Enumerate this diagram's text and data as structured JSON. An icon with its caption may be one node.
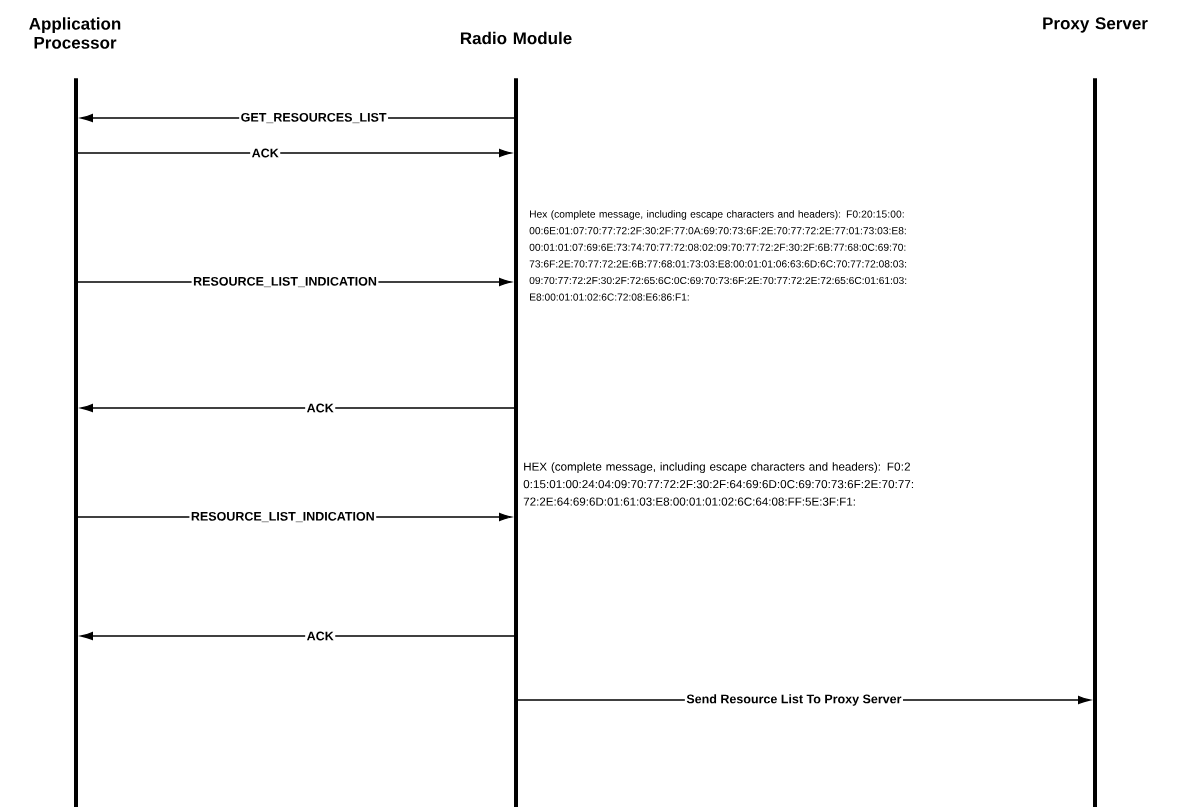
{
  "diagram": {
    "nodes": [
      {
        "text": [
          "Application Processor"
        ]
      },
      {
        "text": [
          "Radio Module"
        ]
      },
      {
        "text": [
          "Proxy Server"
        ]
      },
      {
        "text": [],
        "shape": "bar"
      },
      {
        "text": [],
        "shape": "bar"
      },
      {
        "text": [],
        "shape": "bar"
      }
    ],
    "edges": [
      {
        "from": 4,
        "to": 3,
        "arrow": "to",
        "label": "GET_RESOURCES_LIST"
      },
      {
        "from": 3,
        "to": 4,
        "arrow": "to",
        "label": "ACK"
      },
      {
        "from": 3,
        "to": 4,
        "arrow": "to",
        "label": "RESOURCE_LIST_INDICATION"
      },
      {
        "from": 4,
        "to": 3,
        "arrow": "to",
        "label": "ACK"
      },
      {
        "from": 3,
        "to": 4,
        "arrow": "to",
        "label": "RESOURCE_LIST_INDICATION"
      },
      {
        "from": 4,
        "to": 3,
        "arrow": "to",
        "label": "ACK"
      },
      {
        "from": 4,
        "to": 5,
        "arrow": "to",
        "label": "Send Resource List To Proxy Server"
      }
    ],
    "labels": [
      "Hex (complete message, including escape characters and headers): F0:20:15:00:00:6E:01:07:70:77:72:2F:30:2F:77:0A:69:70:73:6F:2E:70:77:72:2E:77:01:73:03:E8:00:01:01:07:69:6E:73:74:70:77:72:08:02:09:70:77:72:2F:30:2F:6B:77:68:0C:69:70:73:6F:2E:70:77:72:2E:6B:77:68:01:73:03:E8:00:01:01:06:63:6D:6C:70:77:72:08:03:09:70:77:72:2F:30:2F:72:65:6C:0C:69:70:73:6F:2E:70:77:72:2E:72:65:6C:01:61:03:E8:00:01:01:02:6C:72:08:E6:86:F1:",
      "HEX (complete message, including escape characters and headers): F0:20:15:01:00:24:04:09:70:77:72:2F:30:2F:64:69:6D:0C:69:70:73:6F:2E:70:77:72:2E:64:69:6D:01:61:03:E8:00:01:01:02:6C:64:08:FF:5E:3F:F1:"
    ]
  }
}
